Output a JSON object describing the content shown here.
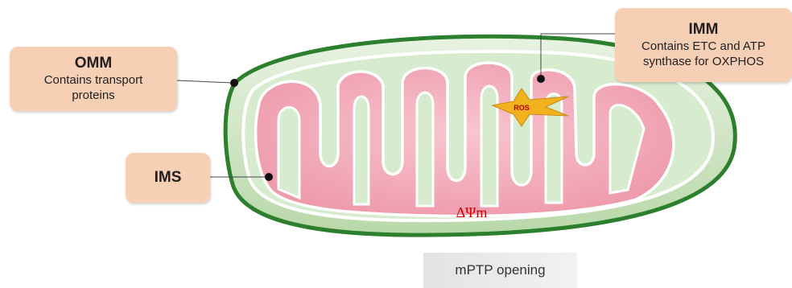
{
  "labels": {
    "omm": {
      "title": "OMM",
      "desc_line1": "Contains transport",
      "desc_line2": "proteins"
    },
    "imm": {
      "title": "IMM",
      "desc_line1": "Contains ETC and ATP",
      "desc_line2": "synthase for OXPHOS"
    },
    "ims": {
      "title": "IMS"
    },
    "ros": "ROS",
    "membrane_potential": "ΔΨm",
    "mptp": "mPTP opening"
  },
  "colors": {
    "outer_membrane": "#2f8b2f",
    "intermembrane_space": "#cfe6c7",
    "matrix": "#f3a9b8",
    "cristae": "#f6bcc8",
    "callout": "#f7cfb5",
    "ros_star": "#f2b21e"
  }
}
